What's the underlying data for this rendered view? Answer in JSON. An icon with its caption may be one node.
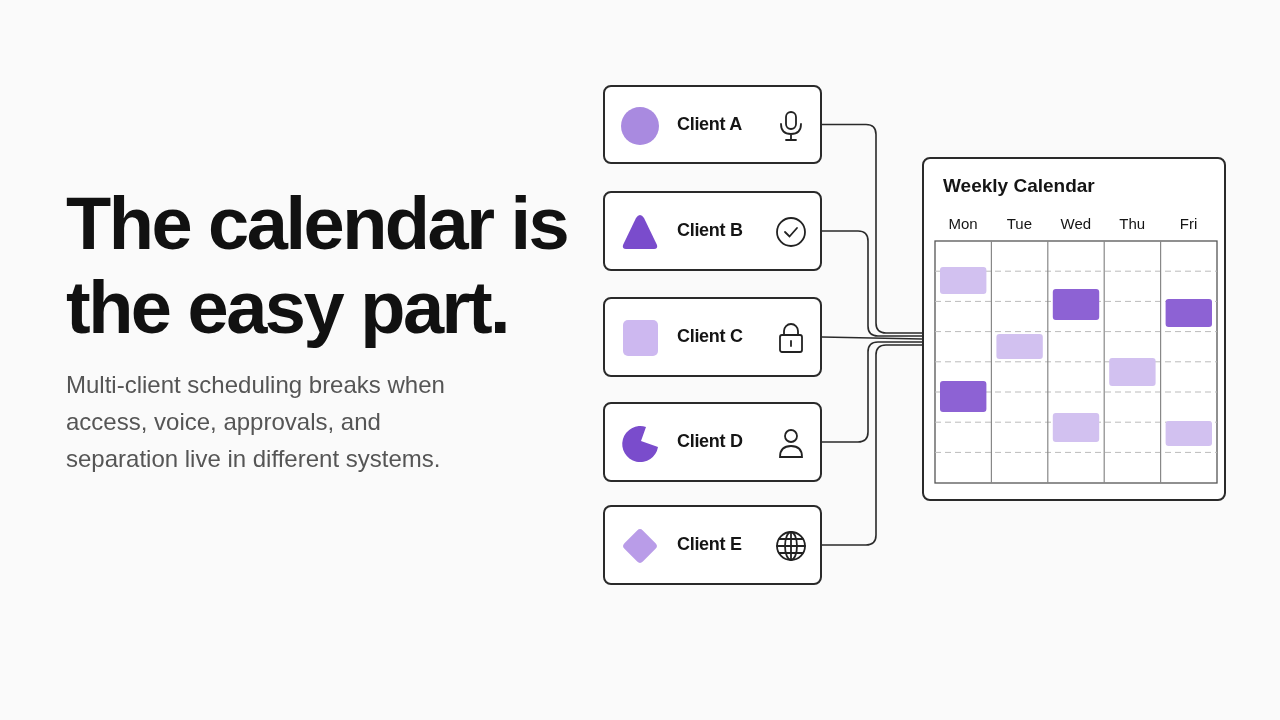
{
  "diagram": {
    "title": "The calendar is the easy part.",
    "nodes": [
      {
        "text": [
          "Client A"
        ]
      },
      {
        "text": [
          "Client B"
        ]
      },
      {
        "text": [
          "Client C"
        ]
      },
      {
        "text": [
          "Client D"
        ]
      },
      {
        "text": [
          "Client E"
        ]
      },
      {
        "text": [
          "Weekly Calendar"
        ]
      }
    ],
    "edges": [
      {
        "from": 0,
        "to": 5,
        "arrow": "none"
      },
      {
        "from": 1,
        "to": 5,
        "arrow": "none"
      },
      {
        "from": 2,
        "to": 5,
        "arrow": "none"
      },
      {
        "from": 3,
        "to": 5,
        "arrow": "none"
      },
      {
        "from": 4,
        "to": 5,
        "arrow": "none"
      }
    ],
    "labels": [
      "Multi-client scheduling breaks when access, voice, approvals, and separation live in different systems.",
      "Mon",
      "Tue",
      "Wed",
      "Thu",
      "Fri"
    ]
  }
}
